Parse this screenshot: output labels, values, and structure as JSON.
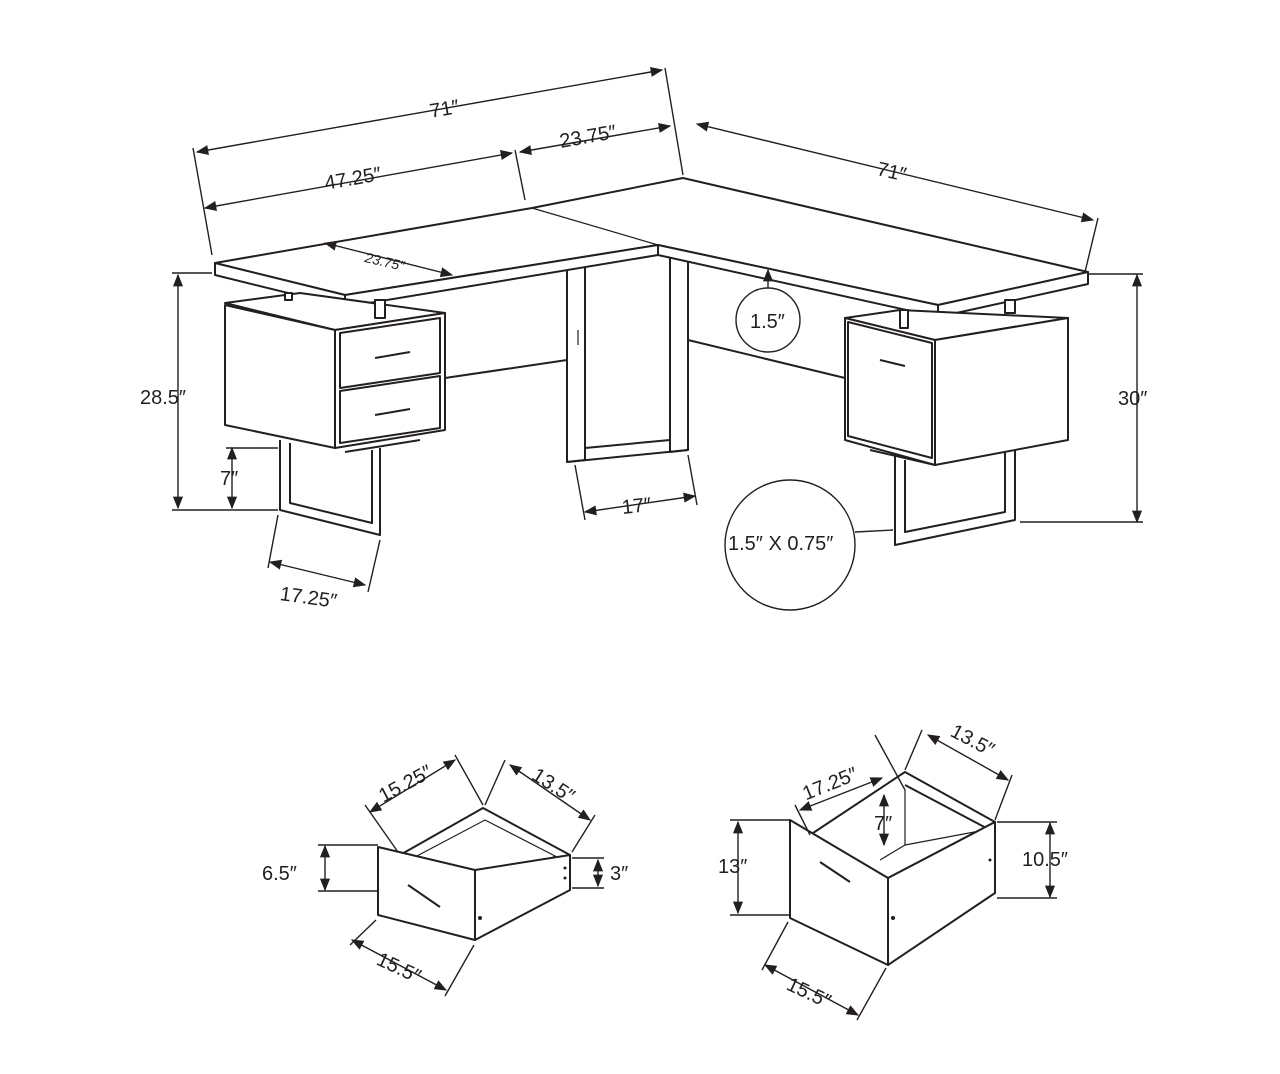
{
  "desk": {
    "total_width_left": "71″",
    "left_return_width": "47.25″",
    "corner_depth_top": "23.75″",
    "total_width_right": "71″",
    "left_top_depth": "23.75″",
    "top_thickness": "1.5″",
    "left_height": "28.5″",
    "leg_clearance": "7″",
    "right_height": "30″",
    "center_leg_depth": "17″",
    "left_leg_depth": "17.25″",
    "leg_tube_size": "1.5″ X 0.75″"
  },
  "small_drawer": {
    "depth": "15.25″",
    "width_inner": "13.5″",
    "front_height": "6.5″",
    "side_height": "3″",
    "front_width": "15.5″"
  },
  "file_drawer": {
    "depth": "17.25″",
    "width_inner": "13.5″",
    "inner_height": "7″",
    "front_height": "13″",
    "side_height": "10.5″",
    "front_width": "15.5″"
  }
}
